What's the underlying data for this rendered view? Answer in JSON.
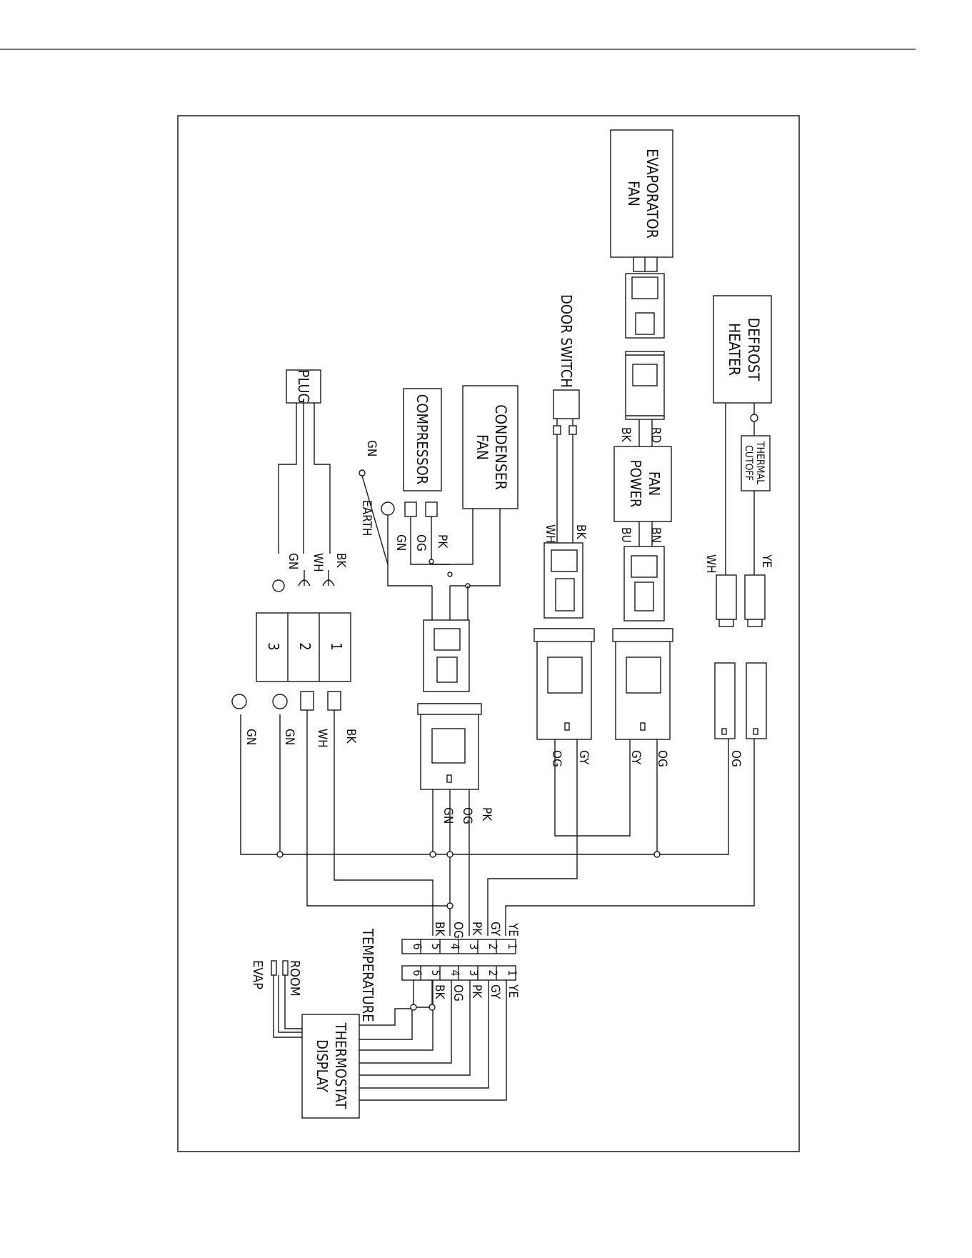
{
  "components": {
    "evaporator_fan": [
      "EVAPORATOR",
      "FAN"
    ],
    "defrost_heater": [
      "DEFROST",
      "HEATER"
    ],
    "thermal_cutoff": [
      "THERMAL",
      "CUTOFF"
    ],
    "fan_power": [
      "FAN",
      "POWER"
    ],
    "door_switch": "DOOR SWITCH",
    "condenser_fan": [
      "CONDENSER",
      "FAN"
    ],
    "compressor": "COMPRESSOR",
    "plug": "PLUG",
    "earth": "EARTH",
    "temperature": "TEMPERATURE",
    "thermostat_display": [
      "THERMOSTAT",
      "DISPLAY"
    ],
    "room": "ROOM",
    "evap": "EVAP"
  },
  "wire_labels": {
    "rd": "RD",
    "bk": "BK",
    "bu": "BU",
    "bn": "BN",
    "wh": "WH",
    "ye": "YE",
    "gn": "GN",
    "og": "OG",
    "pk": "PK",
    "gy": "GY"
  },
  "terminal_block": [
    "1",
    "2",
    "3"
  ],
  "connector_pins": [
    "1",
    "2",
    "3",
    "4",
    "5",
    "6"
  ],
  "pin_wires": [
    "YE",
    "GY",
    "PK",
    "OG",
    "BK"
  ]
}
